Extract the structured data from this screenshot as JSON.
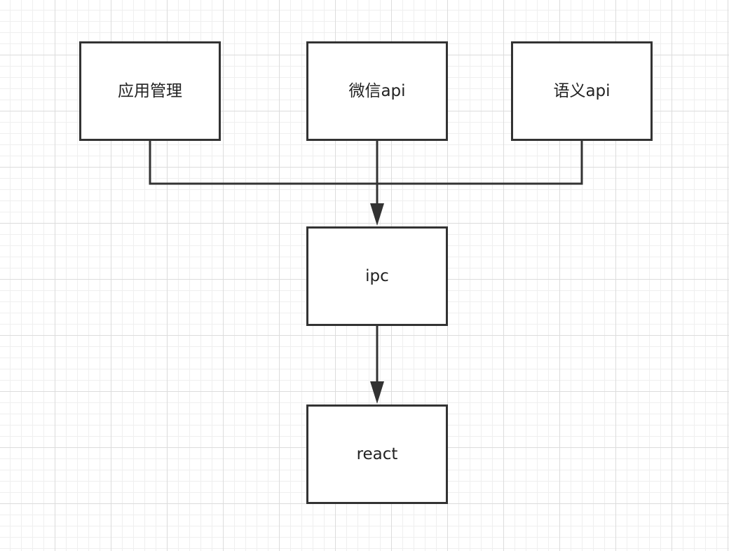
{
  "diagram": {
    "type": "flowchart",
    "nodes": [
      {
        "id": "app-mgmt",
        "label": "应用管理"
      },
      {
        "id": "wechat-api",
        "label": "微信api"
      },
      {
        "id": "semantic-api",
        "label": "语义api"
      },
      {
        "id": "ipc",
        "label": "ipc"
      },
      {
        "id": "react",
        "label": "react"
      }
    ],
    "edges": [
      {
        "from": "app-mgmt",
        "to": "ipc"
      },
      {
        "from": "wechat-api",
        "to": "ipc"
      },
      {
        "from": "semantic-api",
        "to": "ipc"
      },
      {
        "from": "ipc",
        "to": "react"
      }
    ],
    "colors": {
      "stroke": "#333333",
      "node_fill": "#ffffff",
      "grid_major": "#dcdcdc",
      "grid_minor": "#efefef"
    }
  }
}
